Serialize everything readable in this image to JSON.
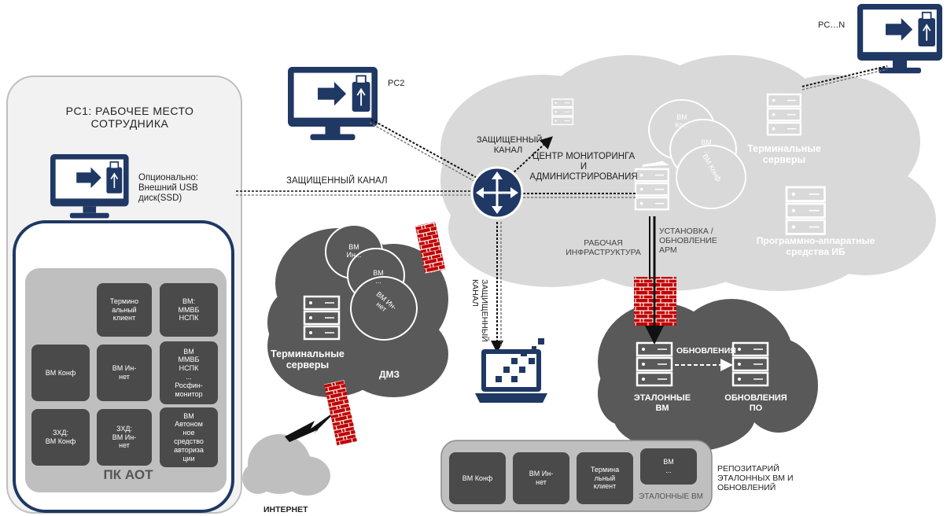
{
  "pc1": {
    "title": "PC1: РАБОЧЕЕ МЕСТО\nСОТРУДНИКА",
    "optional_note": "Опционально:\nВнешний USB\nдиск(SSD)",
    "pk_title": "ПК АОТ",
    "cells": [
      "Термино\nальный\nклиент",
      "ВМ:\nММВБ\nНСПК",
      "ВМ Конф",
      "ВМ Ин-\nнет",
      "ВМ\nММВБ\nНСПК\n...\nРосфин-\nмонитор",
      "ЗХД:\nВМ Конф",
      "ЗХД:\nВМ Ин-\nнет",
      "ВМ\nАвтоном\nное\nсредство\nавториза\nции"
    ]
  },
  "pc2_label": "PC2",
  "pcn_label": "PC…N",
  "channels": {
    "main": "ЗАЩИЩЕННЫЙ КАНАЛ",
    "upper": "ЗАЩИЩЕННЫЙ\nКАНАЛ",
    "vertical": "ЗАЩИЩЕННЫЙ\nКАНАЛ"
  },
  "monitoring_center": "ЦЕНТР МОНИТОРИНГА\nИ\nАДМИНИСТРИРОВАНИЯ",
  "cloud_vms": [
    "ВМ\nКо...",
    "ВМ\n...",
    "ВМ Конф"
  ],
  "terminal_servers_main": "Терминальные\nсерверы",
  "infosec_tools": "Программно-аппаратные\nсредства ИБ",
  "working_infra": "РАБОЧАЯ\nИНФРАСТРУКТУРА",
  "install_update": "УСТАНОВКА /\nОБНОВЛЕНИЕ\nАРМ",
  "dmz": {
    "label": "ДМЗ",
    "servers": "Терминальные\nсерверы",
    "vms": [
      "ВМ\nИн...",
      "ВМ\n...",
      "ВМ Ин-\nнет"
    ]
  },
  "internet_label": "ИНТЕРНЕТ",
  "updates_cloud": {
    "updates_arrow": "ОБНОВЛЕНИЯ",
    "reference_vms": "ЭТАЛОННЫЕ\nВМ",
    "updates_sw": "ОБНОВЛЕНИЯ\nПО"
  },
  "repository": {
    "cells": [
      "ВМ Конф",
      "ВМ Ин-\nнет",
      "Термина\nльный\nклиент",
      "ВМ\n..."
    ],
    "caption": "ЭТАЛОННЫЕ ВМ",
    "label": "РЕПОЗИТАРИЙ\nЭТАЛОННЫХ ВМ И\nОБНОВЛЕНИЙ"
  },
  "colors": {
    "navy": "#1f3864",
    "dark_cloud": "#595959",
    "light_cloud": "#d9d9d9",
    "brick": "#c00000"
  }
}
